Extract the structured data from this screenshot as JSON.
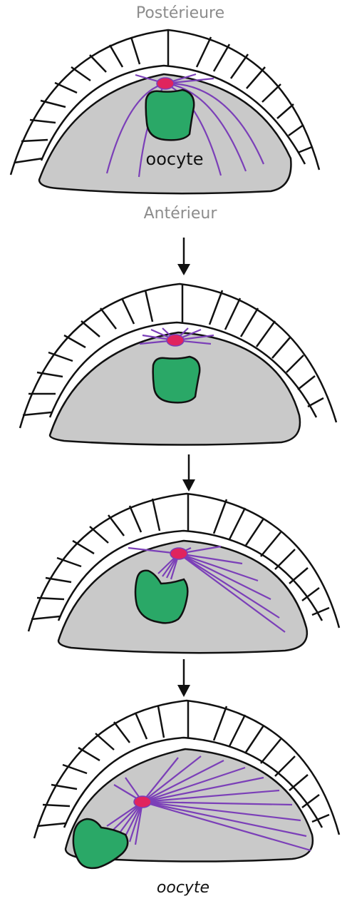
{
  "labels": {
    "posterior": "Postérieure",
    "anterior": "Antérieur",
    "oocyte_inside": "oocyte",
    "oocyte_bottom": "oocyte"
  },
  "colors": {
    "cytoplasm": "#c9c9c9",
    "oocyte": "#2aa867",
    "mtoc": "#e0245e",
    "microtubule": "#7b3fb8",
    "outline": "#111111",
    "label_gray": "#8c8c8c"
  }
}
